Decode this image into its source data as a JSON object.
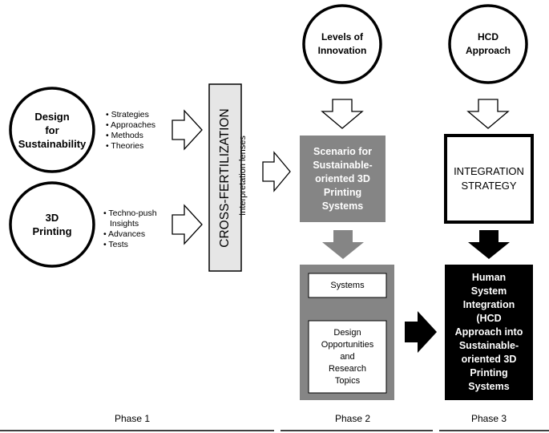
{
  "circles": {
    "dfs": "Design for Sustainability",
    "dfs_lines": [
      "Design",
      "for",
      "Sustainability"
    ],
    "printing_lines": [
      "3D",
      "Printing"
    ],
    "innovation_lines": [
      "Levels of",
      "Innovation"
    ],
    "hcd_lines": [
      "HCD",
      "Approach"
    ]
  },
  "dfs_bullets": [
    "• Strategies",
    "• Approaches",
    "• Methods",
    "• Theories"
  ],
  "printing_bullets": [
    "• Techno-push",
    "  Insights",
    "• Advances",
    "• Tests"
  ],
  "cross_fertilization": "CROSS-FERTILIZATION",
  "interpretation_lenses": "Interpretation lenses",
  "scenario_box_lines": [
    "Scenario for",
    "Sustainable-",
    "oriented 3D",
    "Printing",
    "Systems"
  ],
  "integration_strategy_lines": [
    "INTEGRATION",
    "STRATEGY"
  ],
  "systems_label": "Systems",
  "design_opps_lines": [
    "Design",
    "Opportunities",
    "and",
    "Research",
    "Topics"
  ],
  "hsi_lines": [
    "Human",
    "System",
    "Integration",
    "(HCD",
    "Approach into",
    "Sustainable-",
    "oriented 3D",
    "Printing",
    "Systems"
  ],
  "phases": [
    "Phase 1",
    "Phase 2",
    "Phase 3"
  ],
  "colors": {
    "grey_box": "#858585",
    "light_grey": "#e6e6e6",
    "black": "#000000"
  }
}
